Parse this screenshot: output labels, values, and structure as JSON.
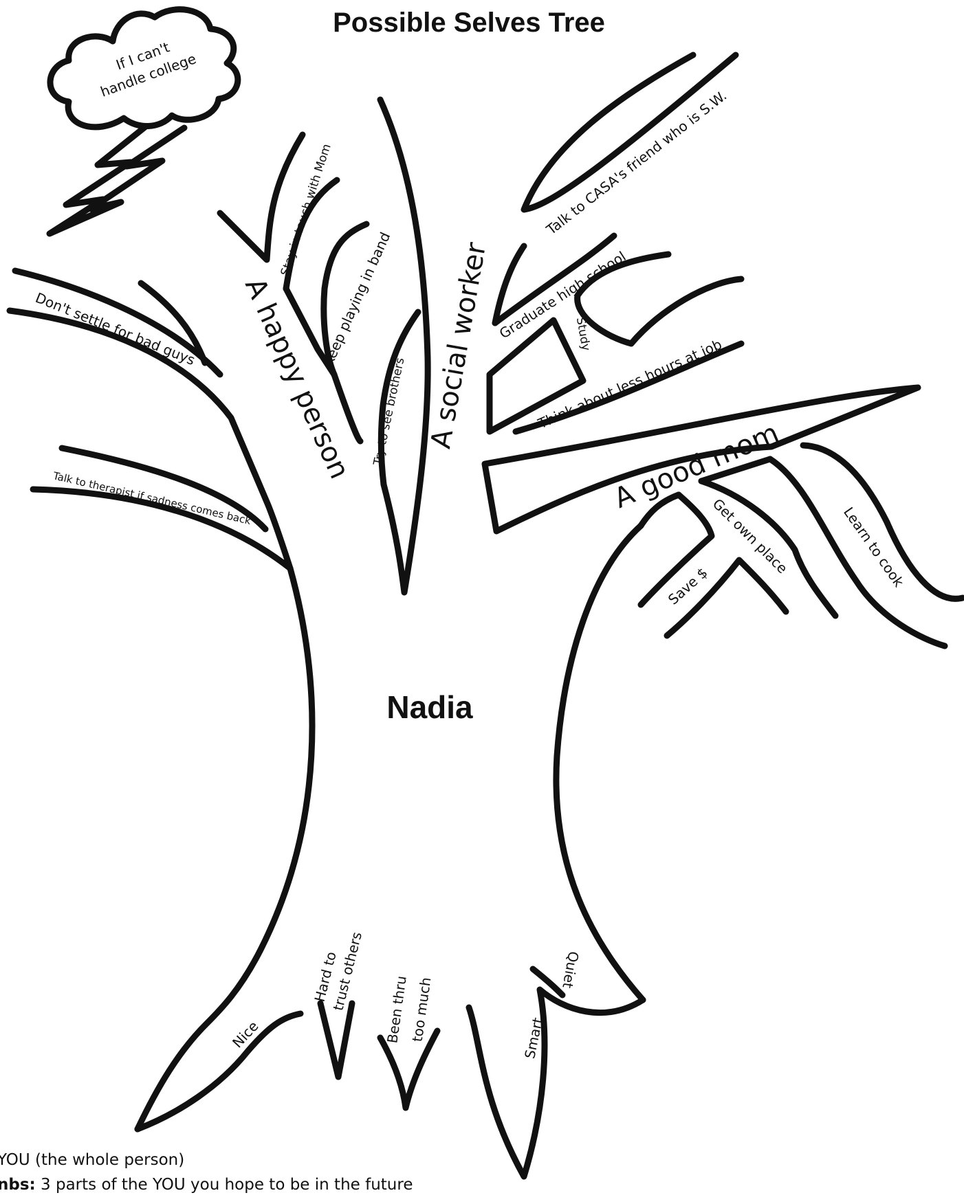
{
  "title": "Possible Selves Tree",
  "trunk_name": "Nadia",
  "cloud_text_line1": "If I can't",
  "cloud_text_line2": "handle college",
  "limbs": {
    "happy": "A happy person",
    "social": "A social worker",
    "mom": "A good mom"
  },
  "branches": {
    "stay_in_touch": "Stay in touch with Mom",
    "keep_playing": "Keep playing in band",
    "try_to_see": "Try to see brothers",
    "dont_settle": "Don't settle for bad guys",
    "talk_therapist": "Talk to therapist if sadness comes back",
    "talk_casa": "Talk to CASA's friend who is S.W.",
    "graduate": "Graduate high school",
    "study": "Study",
    "think_hours": "Think about less hours at job",
    "get_own_place": "Get own place",
    "save_money": "Save $",
    "learn_cook": "Learn to cook"
  },
  "roots": {
    "nice": "Nice",
    "hard_line1": "Hard to",
    "hard_line2": "trust others",
    "been_line1": "Been thru",
    "been_line2": "too much",
    "smart": "Smart",
    "quiet": "Quiet"
  },
  "legend": {
    "line1_text": "YOU (the whole person)",
    "line2_bold": "nbs:",
    "line2_text": " 3 parts of the YOU you hope to be in the future"
  }
}
